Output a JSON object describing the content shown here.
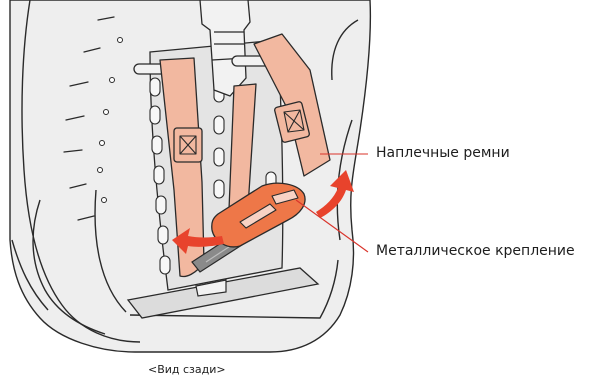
{
  "labels": {
    "shoulder_straps": "Наплечные ремни",
    "metal_buckle": "Металлическое крепление"
  },
  "caption": "<Вид сзади>",
  "colors": {
    "strap": "#f2b8a0",
    "buckle": "#ee7748",
    "arrow": "#e8432c",
    "leader": "#d9332a",
    "outline": "#2a2a2a",
    "seat_light": "#eeeeee",
    "seat_mid": "#dcdcdc",
    "metal": "#8a8a8a"
  }
}
